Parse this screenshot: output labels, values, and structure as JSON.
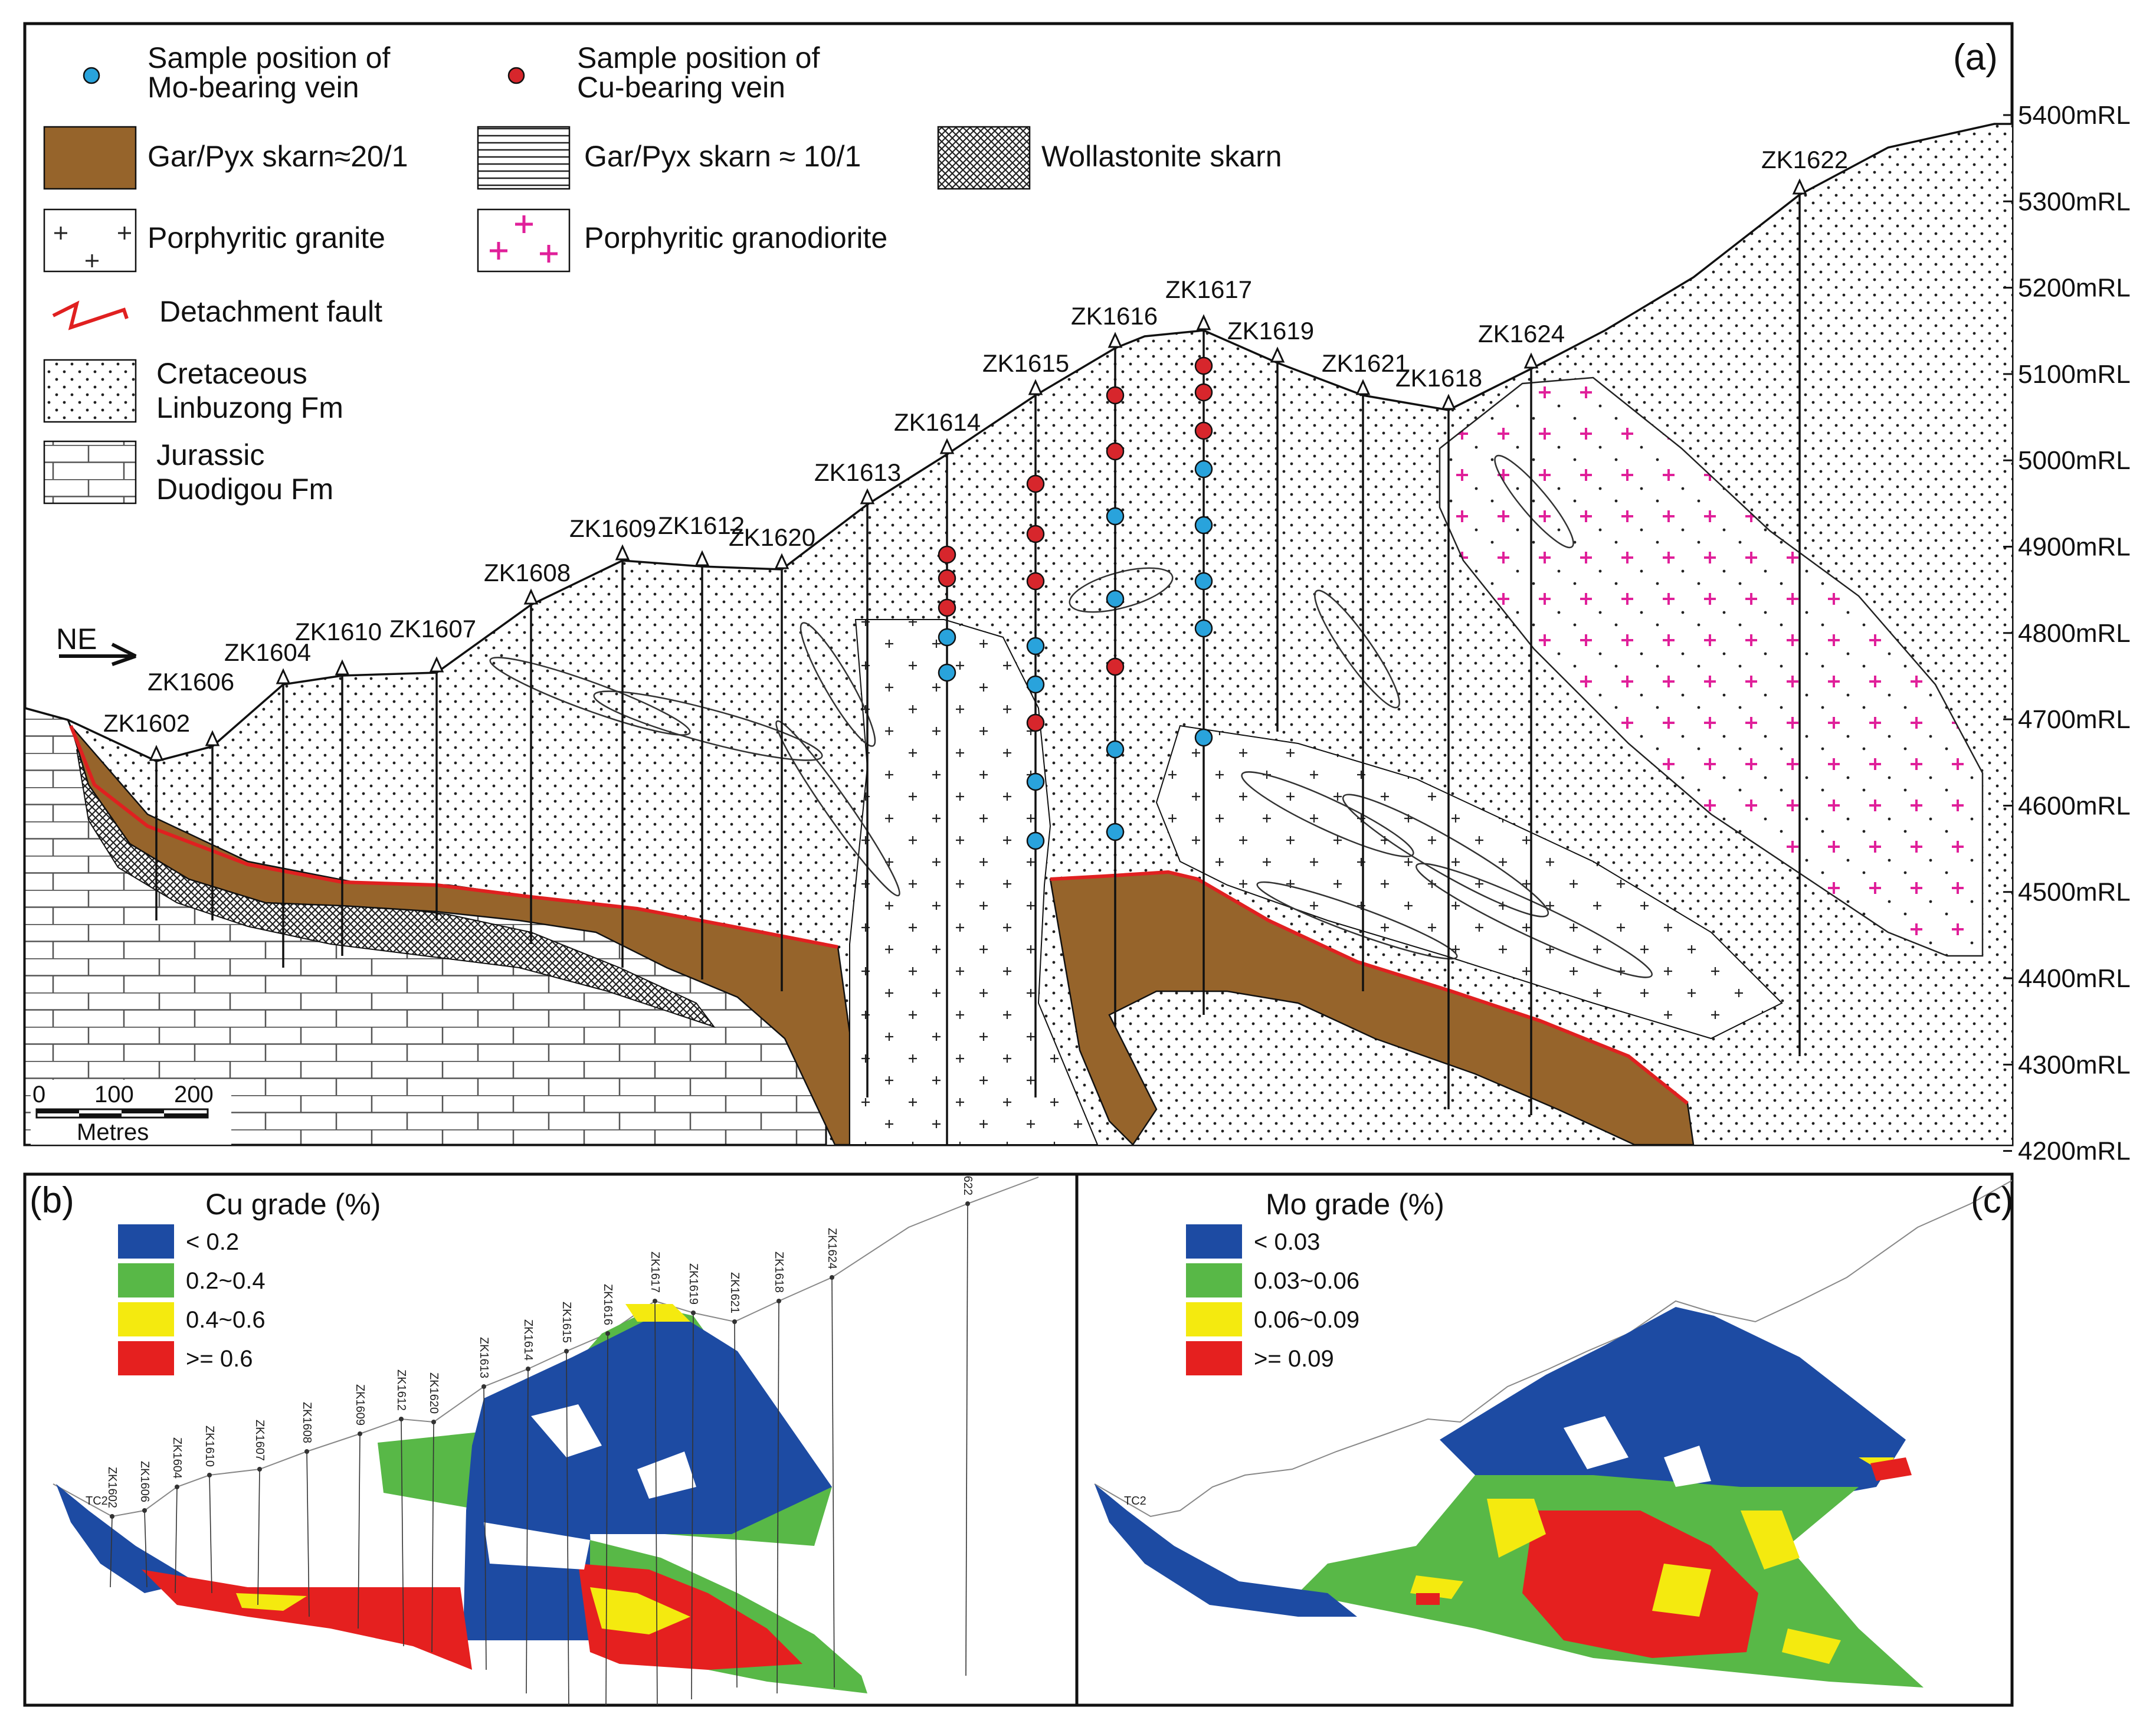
{
  "panel_a": {
    "label": "(a)",
    "direction": "NE",
    "legend": {
      "mo_sample": "Sample position of\nMo-bearing vein",
      "cu_sample": "Sample position of\nCu-bearing vein",
      "skarn_20": "Gar/Pyx skarn≈20/1",
      "skarn_10": "Gar/Pyx skarn ≈ 10/1",
      "wollastonite": "Wollastonite skarn",
      "granite": "Porphyritic granite",
      "granodiorite": "Porphyritic granodiorite",
      "fault": "Detachment fault",
      "cretaceous_1": "Cretaceous",
      "cretaceous_2": "Linbuzong Fm",
      "jurassic_1": "Jurassic",
      "jurassic_2": "Duodigou Fm"
    },
    "elevations": [
      "5400mRL",
      "5300mRL",
      "5200mRL",
      "5100mRL",
      "5000mRL",
      "4900mRL",
      "4800mRL",
      "4700mRL",
      "4600mRL",
      "4500mRL",
      "4400mRL",
      "4300mRL",
      "4200mRL"
    ],
    "scale": {
      "ticks": [
        "0",
        "100",
        "200"
      ],
      "unit": "Metres"
    },
    "drillholes": [
      "ZK1602",
      "ZK1606",
      "ZK1604",
      "ZK1610",
      "ZK1607",
      "ZK1608",
      "ZK1609",
      "ZK1612",
      "ZK1620",
      "ZK1613",
      "ZK1614",
      "ZK1615",
      "ZK1616",
      "ZK1617",
      "ZK1619",
      "ZK1621",
      "ZK1618",
      "ZK1624",
      "ZK1622"
    ],
    "colors": {
      "mo": "#29a3dc",
      "cu": "#d7262c",
      "skarn": "#96642b",
      "fault": "#e02020",
      "granodiorite": "#e0209a"
    }
  },
  "panel_b": {
    "label": "(b)",
    "title": "Cu grade (%)",
    "legend": [
      "< 0.2",
      "0.2~0.4",
      "0.4~0.6",
      ">= 0.6"
    ]
  },
  "panel_c": {
    "label": "(c)",
    "title": "Mo grade (%)",
    "legend": [
      "< 0.03",
      "0.03~0.06",
      "0.06~0.09",
      ">= 0.09"
    ]
  },
  "grade_colors": [
    "#1d4ba3",
    "#58b847",
    "#f4ea0f",
    "#e5201f"
  ],
  "section_labels": {
    "tc": "TC2"
  }
}
